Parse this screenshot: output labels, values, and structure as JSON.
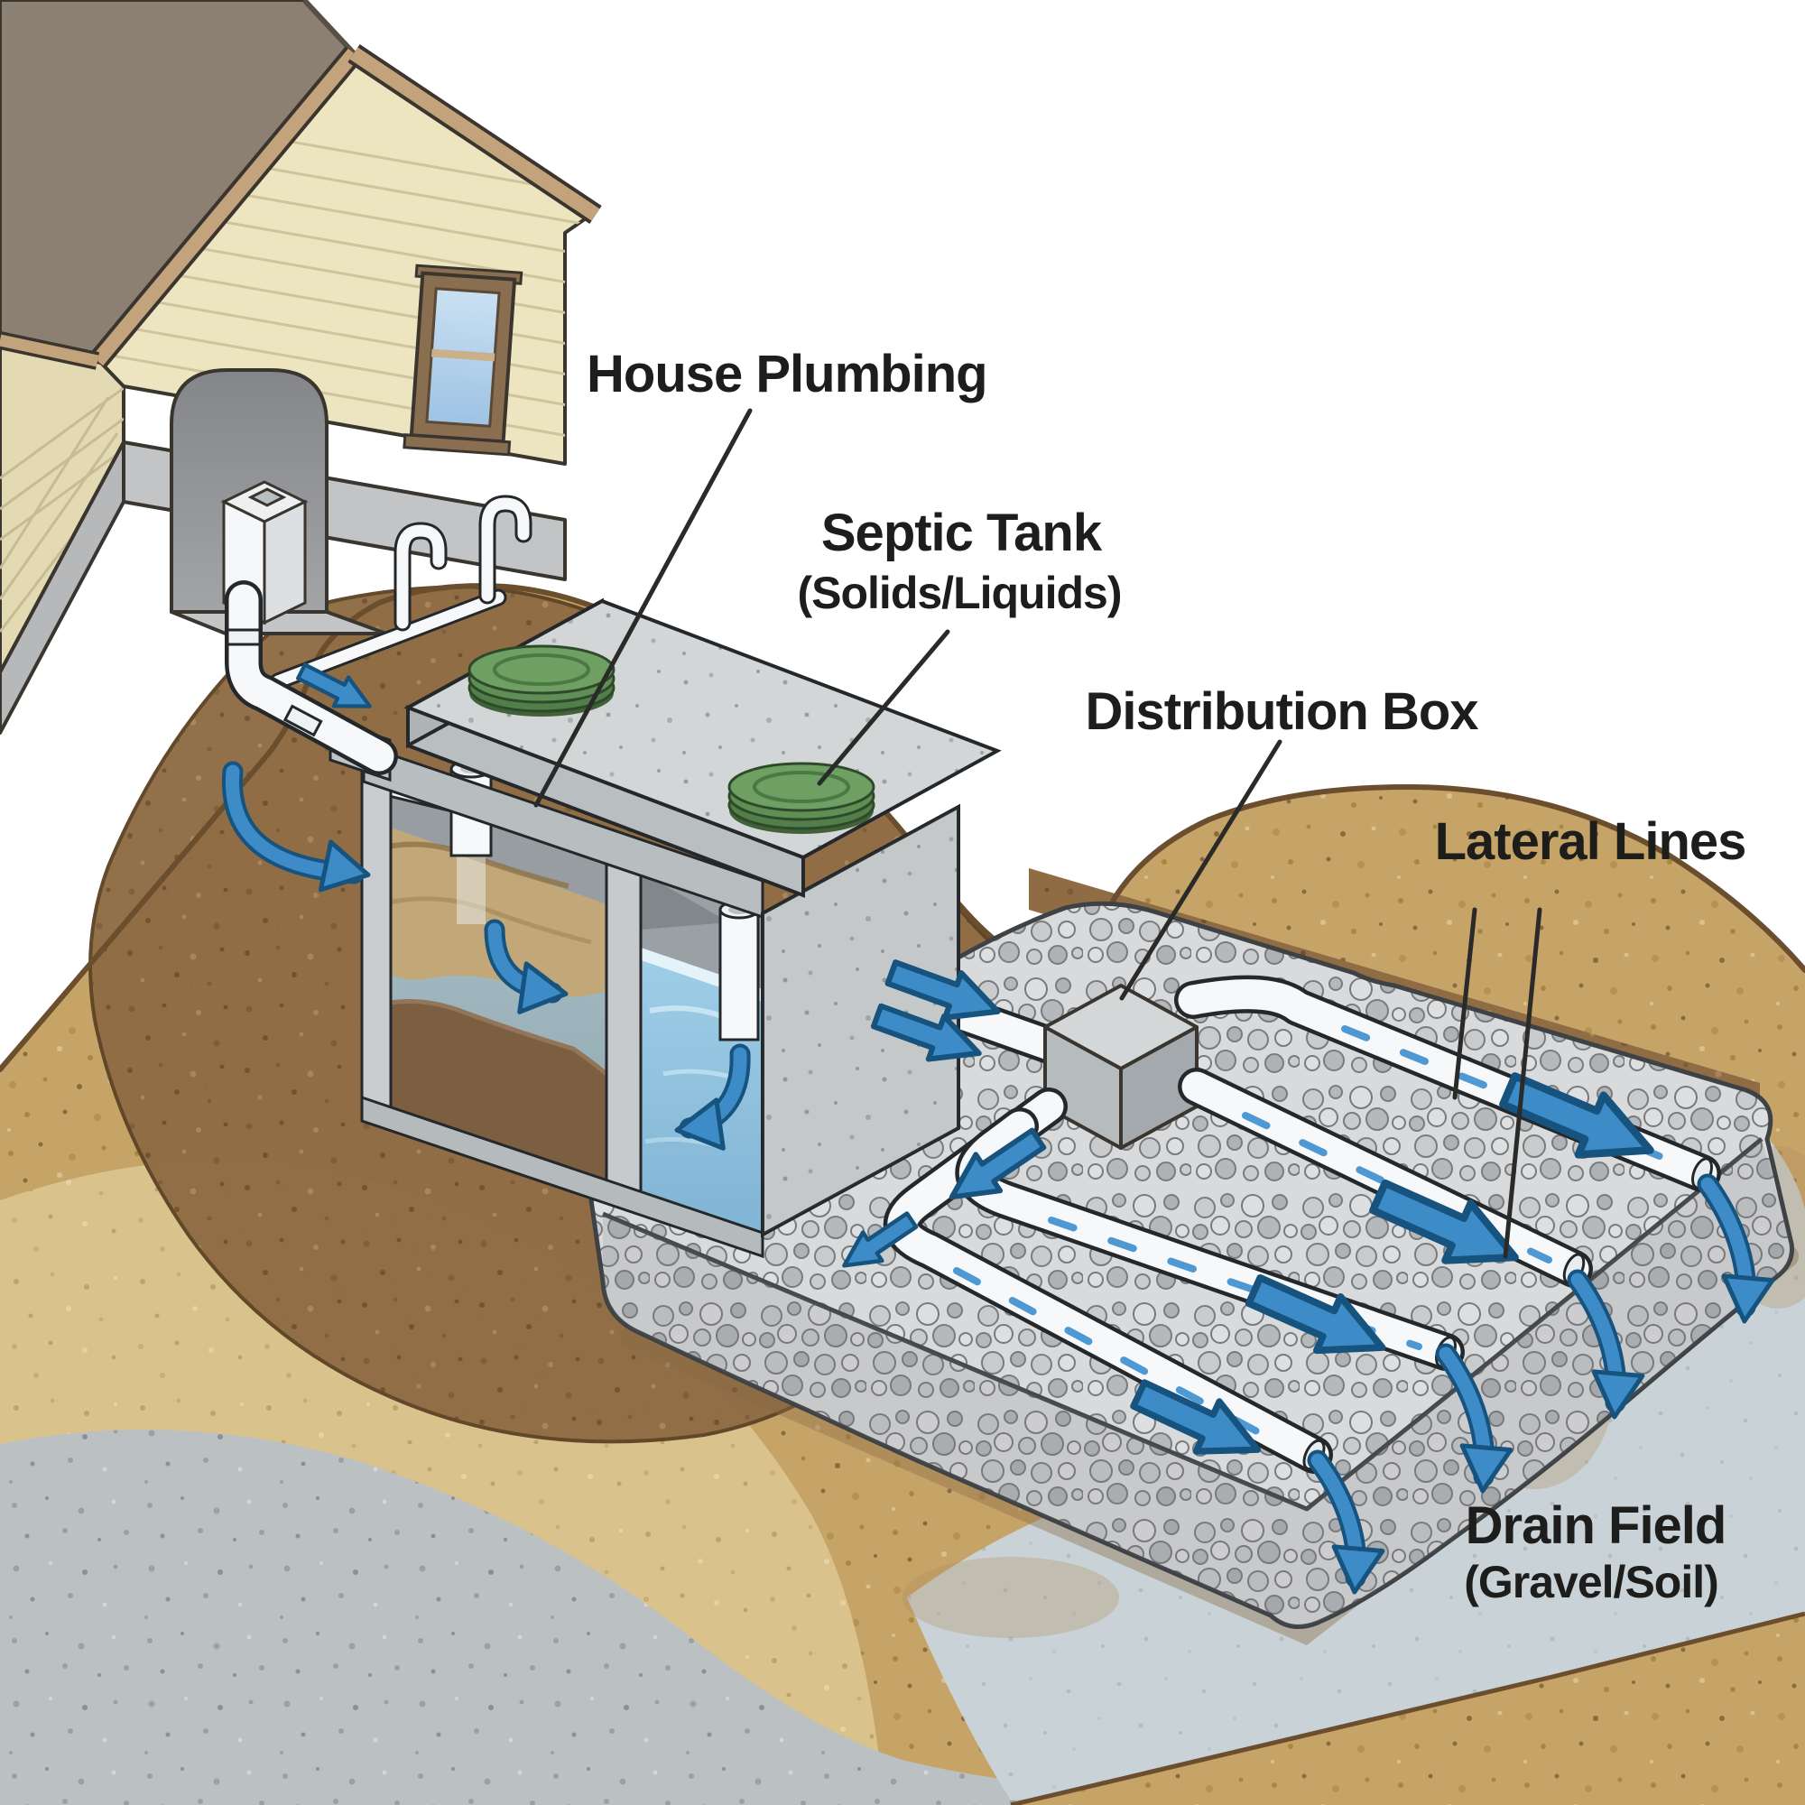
{
  "figure": {
    "title": "Septic system cross-section diagram",
    "type": "illustrated-cutaway"
  },
  "labels": {
    "house_plumbing": "House Plumbing",
    "septic_tank": "Septic Tank",
    "septic_tank_sub": "(Solids/Liquids)",
    "distribution_box": "Distribution Box",
    "lateral_lines": "Lateral Lines",
    "drain_field": "Drain Field",
    "drain_field_sub": "(Gravel/Soil)"
  },
  "palette": {
    "soil": "#C6A468",
    "excavated_soil": "#8F6C44",
    "subsoil_sand": "#D9C28C",
    "bedrock": "#BBC0C3",
    "groundwater": "#C9D3D7",
    "gravel": "#D9DADB",
    "concrete": "#D3D6D7",
    "tank_water": "#93C7E0",
    "scum_layer": "#C2A878",
    "sludge_layer": "#7C5E41",
    "pipe_white": "#F6F8F9",
    "flow_arrow_blue": "#3E8CC7",
    "lid_green": "#5F8F55",
    "roof": "#8C8073",
    "siding": "#EDE4C0",
    "label_text": "#1D1D1B"
  }
}
